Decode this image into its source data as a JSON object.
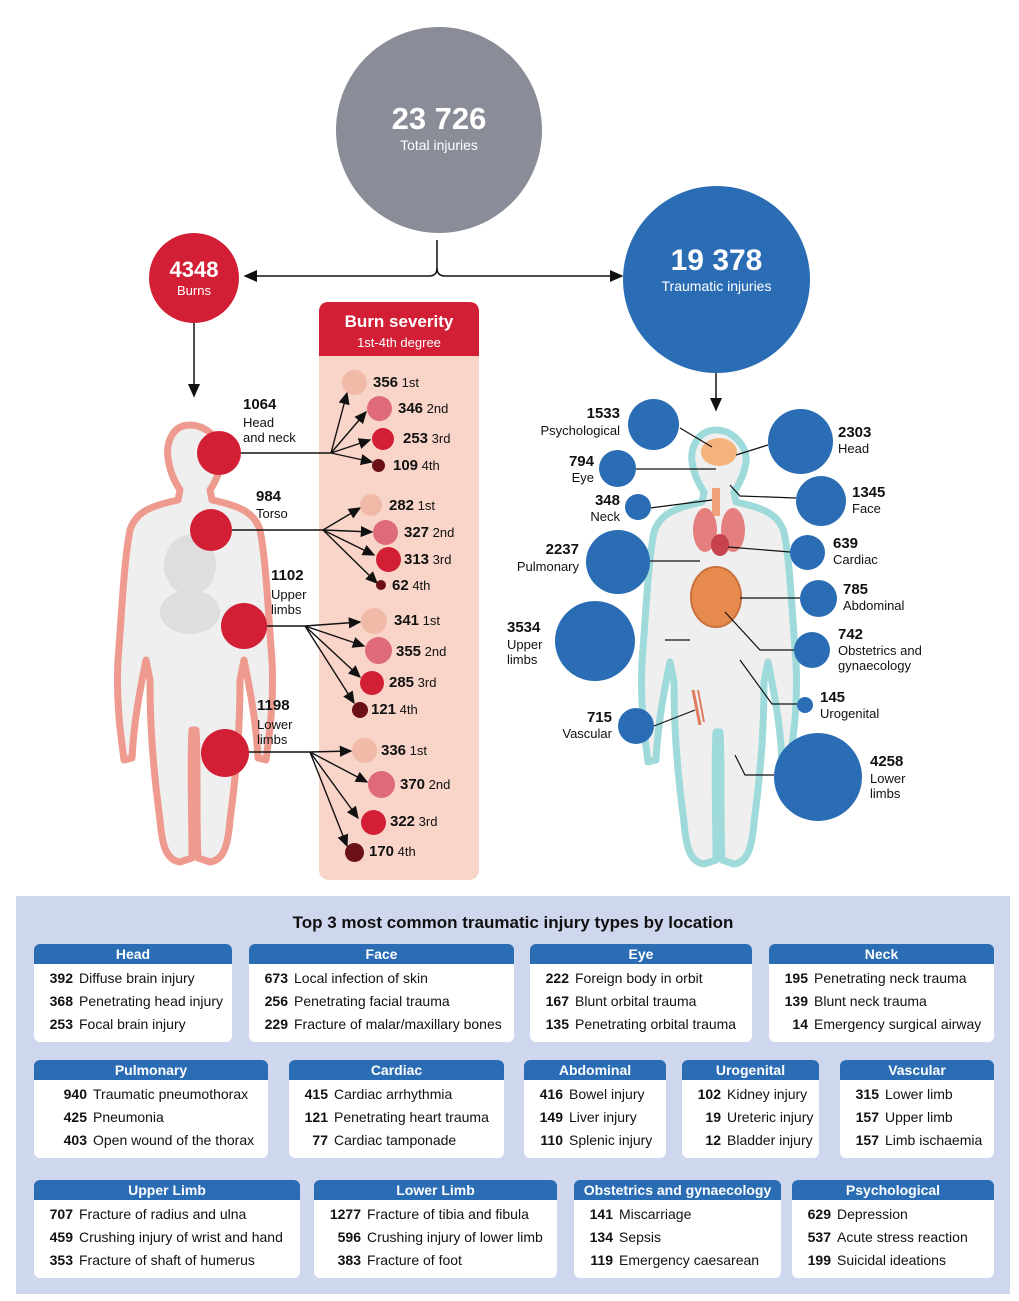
{
  "total": {
    "value": "23 726",
    "label": "Total injuries"
  },
  "burns": {
    "value": "4348",
    "label": "Burns"
  },
  "traumatic": {
    "value": "19 378",
    "label": "Traumatic injuries"
  },
  "severity_panel": {
    "title": "Burn severity",
    "subtitle": "1st-4th degree"
  },
  "burn_regions": [
    {
      "value": "1064",
      "label": "Head\nand neck",
      "degrees": [
        {
          "value": "356",
          "deg": "1st"
        },
        {
          "value": "346",
          "deg": "2nd"
        },
        {
          "value": "253",
          "deg": "3rd"
        },
        {
          "value": "109",
          "deg": "4th"
        }
      ]
    },
    {
      "value": "984",
      "label": "Torso",
      "degrees": [
        {
          "value": "282",
          "deg": "1st"
        },
        {
          "value": "327",
          "deg": "2nd"
        },
        {
          "value": "313",
          "deg": "3rd"
        },
        {
          "value": "62",
          "deg": "4th"
        }
      ]
    },
    {
      "value": "1102",
      "label": "Upper\nlimbs",
      "degrees": [
        {
          "value": "341",
          "deg": "1st"
        },
        {
          "value": "355",
          "deg": "2nd"
        },
        {
          "value": "285",
          "deg": "3rd"
        },
        {
          "value": "121",
          "deg": "4th"
        }
      ]
    },
    {
      "value": "1198",
      "label": "Lower\nlimbs",
      "degrees": [
        {
          "value": "336",
          "deg": "1st"
        },
        {
          "value": "370",
          "deg": "2nd"
        },
        {
          "value": "322",
          "deg": "3rd"
        },
        {
          "value": "170",
          "deg": "4th"
        }
      ]
    }
  ],
  "trauma_locations": [
    {
      "value": "1533",
      "label": "Psychological"
    },
    {
      "value": "794",
      "label": "Eye"
    },
    {
      "value": "348",
      "label": "Neck"
    },
    {
      "value": "2237",
      "label": "Pulmonary"
    },
    {
      "value": "3534",
      "label": "Upper\nlimbs"
    },
    {
      "value": "715",
      "label": "Vascular"
    },
    {
      "value": "2303",
      "label": "Head"
    },
    {
      "value": "1345",
      "label": "Face"
    },
    {
      "value": "639",
      "label": "Cardiac"
    },
    {
      "value": "785",
      "label": "Abdominal"
    },
    {
      "value": "742",
      "label": "Obstetrics and\ngynaecology"
    },
    {
      "value": "145",
      "label": "Urogenital"
    },
    {
      "value": "4258",
      "label": "Lower\nlimbs"
    }
  ],
  "top3": {
    "title": "Top 3 most common traumatic injury types by location",
    "cards": [
      {
        "title": "Head",
        "rows": [
          {
            "n": "392",
            "t": "Diffuse brain injury"
          },
          {
            "n": "368",
            "t": "Penetrating head injury"
          },
          {
            "n": "253",
            "t": "Focal brain injury"
          }
        ]
      },
      {
        "title": "Face",
        "rows": [
          {
            "n": "673",
            "t": "Local infection of skin"
          },
          {
            "n": "256",
            "t": "Penetrating facial trauma"
          },
          {
            "n": "229",
            "t": "Fracture of malar/maxillary bones"
          }
        ]
      },
      {
        "title": "Eye",
        "rows": [
          {
            "n": "222",
            "t": "Foreign body in orbit"
          },
          {
            "n": "167",
            "t": "Blunt orbital trauma"
          },
          {
            "n": "135",
            "t": "Penetrating orbital trauma"
          }
        ]
      },
      {
        "title": "Neck",
        "rows": [
          {
            "n": "195",
            "t": "Penetrating neck trauma"
          },
          {
            "n": "139",
            "t": "Blunt neck trauma"
          },
          {
            "n": "14",
            "t": "Emergency surgical airway"
          }
        ]
      },
      {
        "title": "Pulmonary",
        "rows": [
          {
            "n": "940",
            "t": "Traumatic pneumothorax"
          },
          {
            "n": "425",
            "t": "Pneumonia"
          },
          {
            "n": "403",
            "t": "Open wound of the thorax"
          }
        ]
      },
      {
        "title": "Cardiac",
        "rows": [
          {
            "n": "415",
            "t": "Cardiac arrhythmia"
          },
          {
            "n": "121",
            "t": "Penetrating heart trauma"
          },
          {
            "n": "77",
            "t": "Cardiac tamponade"
          }
        ]
      },
      {
        "title": "Abdominal",
        "rows": [
          {
            "n": "416",
            "t": "Bowel injury"
          },
          {
            "n": "149",
            "t": "Liver injury"
          },
          {
            "n": "110",
            "t": "Splenic injury"
          }
        ]
      },
      {
        "title": "Urogenital",
        "rows": [
          {
            "n": "102",
            "t": "Kidney injury"
          },
          {
            "n": "19",
            "t": "Ureteric injury"
          },
          {
            "n": "12",
            "t": "Bladder injury"
          }
        ]
      },
      {
        "title": "Vascular",
        "rows": [
          {
            "n": "315",
            "t": "Lower limb"
          },
          {
            "n": "157",
            "t": "Upper limb"
          },
          {
            "n": "157",
            "t": "Limb ischaemia"
          }
        ]
      },
      {
        "title": "Upper Limb",
        "rows": [
          {
            "n": "707",
            "t": "Fracture of radius and ulna"
          },
          {
            "n": "459",
            "t": "Crushing injury of wrist and hand"
          },
          {
            "n": "353",
            "t": "Fracture of shaft of humerus"
          }
        ]
      },
      {
        "title": "Lower Limb",
        "rows": [
          {
            "n": "1277",
            "t": "Fracture of tibia and fibula"
          },
          {
            "n": "596",
            "t": "Crushing injury of lower limb"
          },
          {
            "n": "383",
            "t": "Fracture of foot"
          }
        ]
      },
      {
        "title": "Obstetrics and gynaecology",
        "rows": [
          {
            "n": "141",
            "t": "Miscarriage"
          },
          {
            "n": "134",
            "t": "Sepsis"
          },
          {
            "n": "119",
            "t": "Emergency caesarean"
          }
        ]
      },
      {
        "title": "Psychological",
        "rows": [
          {
            "n": "629",
            "t": "Depression"
          },
          {
            "n": "537",
            "t": "Acute stress reaction"
          },
          {
            "n": "199",
            "t": "Suicidal ideations"
          }
        ]
      }
    ]
  },
  "colors": {
    "total": "#8a8d98",
    "burn": "#d21f35",
    "trauma": "#2a6db5",
    "deg1": "#f1b9a8",
    "deg2": "#e06b78",
    "deg3": "#d21f35",
    "deg4": "#6b0f18",
    "panel": "#f9d5c9"
  }
}
